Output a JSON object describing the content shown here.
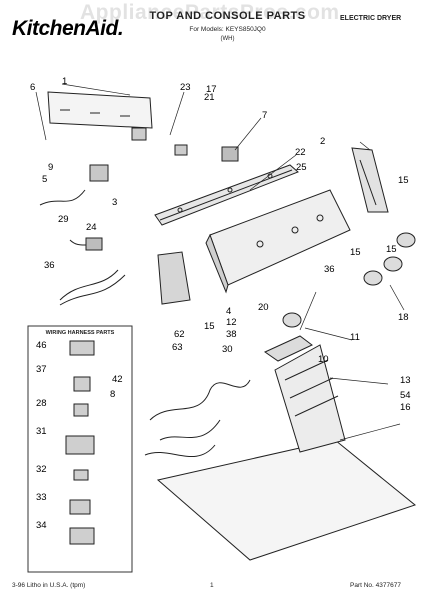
{
  "header": {
    "brand": "KitchenAid.",
    "title": "TOP AND CONSOLE PARTS",
    "subtitle": "For Models: KEYS850JQ0",
    "model_code": "(WH)",
    "section": "ELECTRIC DRYER"
  },
  "watermark": "AppliancePartsPros.com",
  "legend": {
    "title": "WIRING HARNESS PARTS",
    "items": [
      "46",
      "37",
      "28",
      "31",
      "32",
      "33",
      "34"
    ]
  },
  "callouts": [
    "1",
    "6",
    "9",
    "23",
    "17",
    "21",
    "7",
    "22",
    "2",
    "25",
    "5",
    "24",
    "29",
    "3",
    "36",
    "15",
    "15",
    "15",
    "36",
    "18",
    "4",
    "15",
    "20",
    "11",
    "12",
    "38",
    "62",
    "63",
    "30",
    "42",
    "8",
    "10",
    "13",
    "54",
    "16"
  ],
  "footer": {
    "left": "3-96 Litho in U.S.A. (tpm)",
    "page": "1",
    "part_number": "Part No. 4377677"
  }
}
